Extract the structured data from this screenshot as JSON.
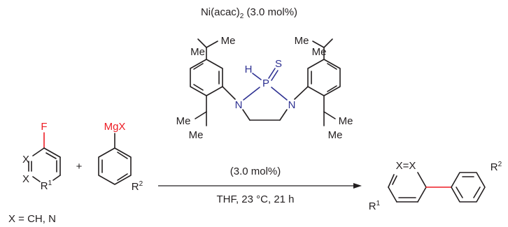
{
  "catalyst": {
    "name": "Ni(acac)",
    "sub": "2",
    "loading": " (3.0 mol%)"
  },
  "ligand": {
    "loading": "(3.0 mol%)",
    "atoms": {
      "P": "P",
      "S": "S",
      "H": "H",
      "N": "N"
    },
    "substituent": "Me"
  },
  "conditions": "THF, 23 °C, 21 h",
  "reactant1": {
    "leaving_group": "F",
    "ring_atom": "X",
    "substituent": "R",
    "sup": "1"
  },
  "plus": "+",
  "reactant2": {
    "reagent": "MgX",
    "substituent": "R",
    "sup": "2"
  },
  "product": {
    "ring_atoms": "X=X",
    "sub1": "R",
    "sup1": "1",
    "sub2": "R",
    "sup2": "2"
  },
  "footnote": "X = CH, N",
  "colors": {
    "text": "#231f20",
    "heteroatom": "#2e3192",
    "new_bond": "#ed1c24"
  }
}
